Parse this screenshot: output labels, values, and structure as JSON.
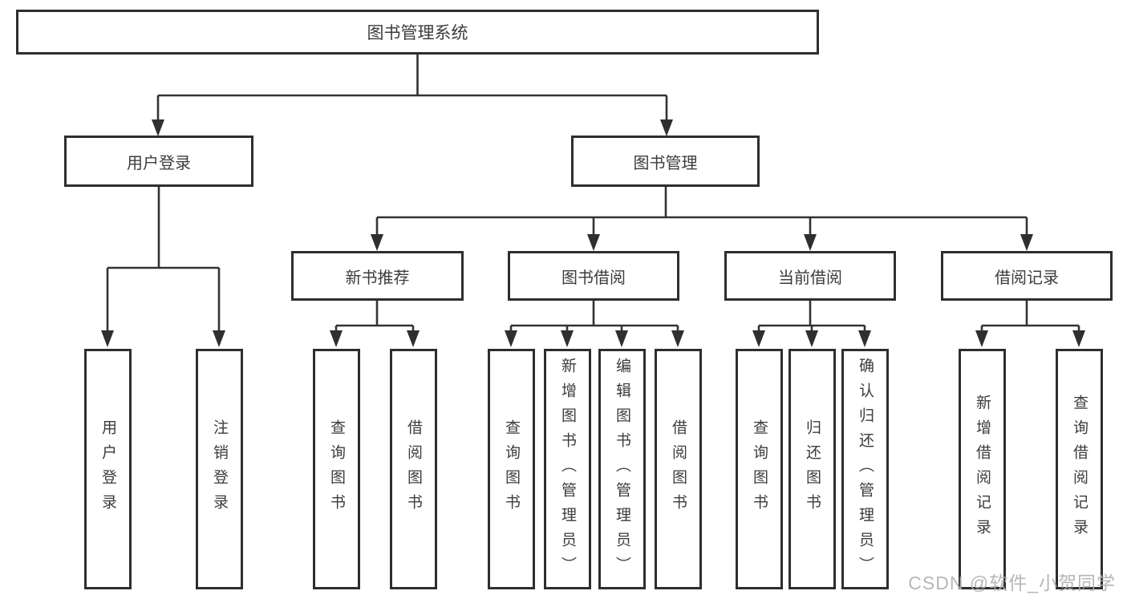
{
  "diagram": {
    "root": {
      "label": "图书管理系统"
    },
    "branches": {
      "user_login": {
        "label": "用户登录",
        "children": [
          "用户登录",
          "注销登录"
        ]
      },
      "book_management": {
        "label": "图书管理",
        "children": {
          "new_books": {
            "label": "新书推荐",
            "children": [
              "查询图书",
              "借阅图书"
            ]
          },
          "borrowing": {
            "label": "图书借阅",
            "children": [
              "查询图书",
              "新增图书（管理员）",
              "编辑图书（管理员）",
              "借阅图书"
            ]
          },
          "current": {
            "label": "当前借阅",
            "children": [
              "查询图书",
              "归还图书",
              "确认归还（管理员）"
            ]
          },
          "records": {
            "label": "借阅记录",
            "children": [
              "新增借阅记录",
              "查询借阅记录"
            ]
          }
        }
      }
    },
    "colors": {
      "line": "#333333",
      "box_border": "#2e2e2e",
      "text": "#3c3c3c",
      "background": "#ffffff",
      "watermark": "#afafaf"
    }
  },
  "watermark": "CSDN @软件_小贺同学"
}
